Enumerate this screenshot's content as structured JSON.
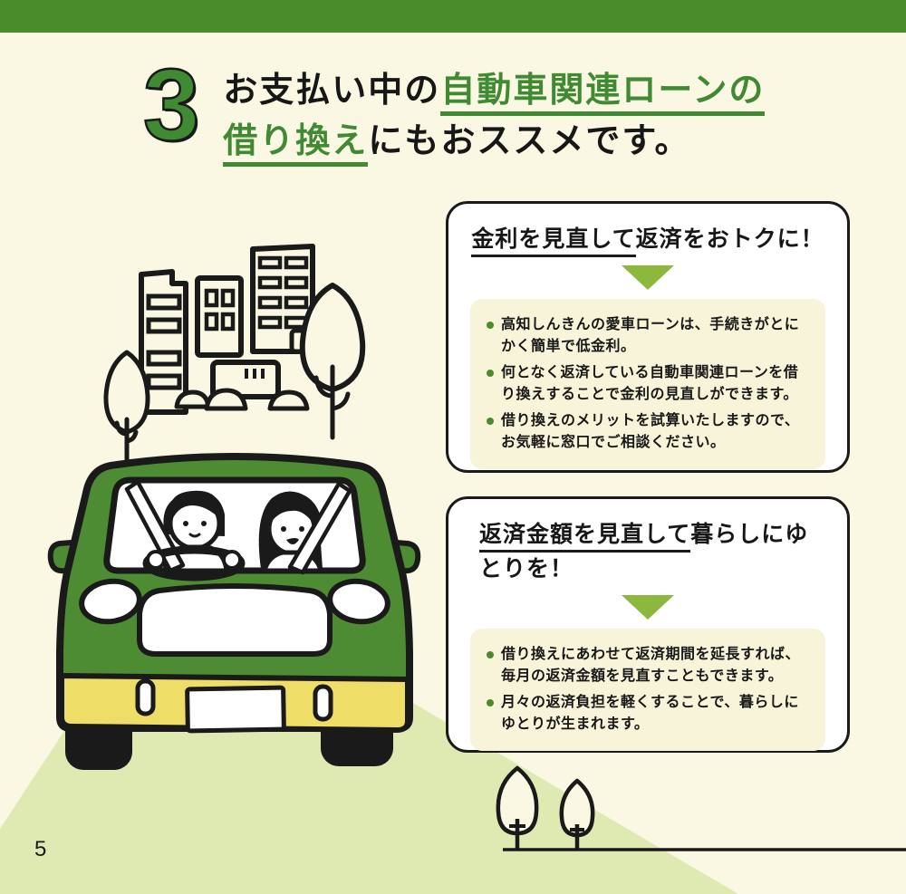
{
  "page": {
    "number": "5"
  },
  "header": {
    "section_number": "3",
    "line1_black": "お支払い中の",
    "line1_green_underlined": "自動車関連ローンの",
    "line2_green_underlined": "借り換え",
    "line2_black": "にもおススメです。"
  },
  "cards": [
    {
      "title_underlined": "金利を見直して",
      "title_rest": "返済をおトクに！",
      "bullets": [
        "高知しんきんの愛車ローンは、手続きがとにかく簡単で低金利。",
        "何となく返済している自動車関連ローンを借り換えすることで金利の見直しができます。",
        "借り換えのメリットを試算いたしますので、お気軽に窓口でご相談ください。"
      ]
    },
    {
      "title_underlined": "返済金額を見直して",
      "title_rest": "暮らしにゆとりを！",
      "bullets": [
        "借り換えにあわせて返済期間を延長すれば、毎月の返済金額を見直すこともできます。",
        "月々の返済負担を軽くすることで、暮らしにゆとりが生まれます。"
      ]
    }
  ],
  "colors": {
    "top_bar_green": "#4a8c2b",
    "accent_green_text": "#3f8a32",
    "triangle_olive": "#8cb83e",
    "background_cream": "#faf8e3",
    "bullet_box_cream": "#f8f4d9",
    "beam_light_green": "#dfe9b2",
    "car_body_green": "#4e8c33",
    "bumper_yellow": "#eedd66",
    "outline_black": "#1a1a1a"
  }
}
